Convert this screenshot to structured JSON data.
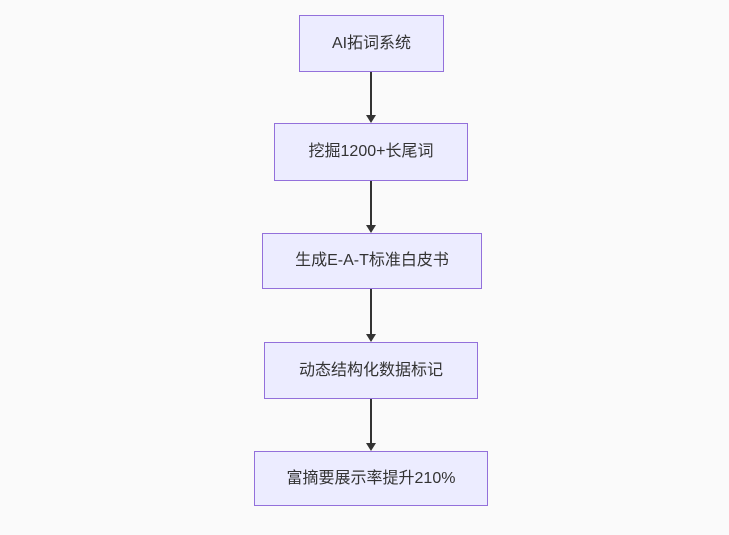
{
  "diagram": {
    "type": "flowchart",
    "direction": "top-down",
    "background_color": "#fafafa",
    "node_fill_color": "#ECECFF",
    "node_border_color": "#9370DB",
    "node_text_color": "#333333",
    "arrow_color": "#333333",
    "nodes": [
      {
        "label": "AI拓词系统"
      },
      {
        "label": "挖掘1200+长尾词"
      },
      {
        "label": "生成E-A-T标准白皮书"
      },
      {
        "label": "动态结构化数据标记"
      },
      {
        "label": "富摘要展示率提升210%"
      }
    ],
    "edges": [
      {
        "from": "AI拓词系统",
        "to": "挖掘1200+长尾词"
      },
      {
        "from": "挖掘1200+长尾词",
        "to": "生成E-A-T标准白皮书"
      },
      {
        "from": "生成E-A-T标准白皮书",
        "to": "动态结构化数据标记"
      },
      {
        "from": "动态结构化数据标记",
        "to": "富摘要展示率提升210%"
      }
    ]
  }
}
